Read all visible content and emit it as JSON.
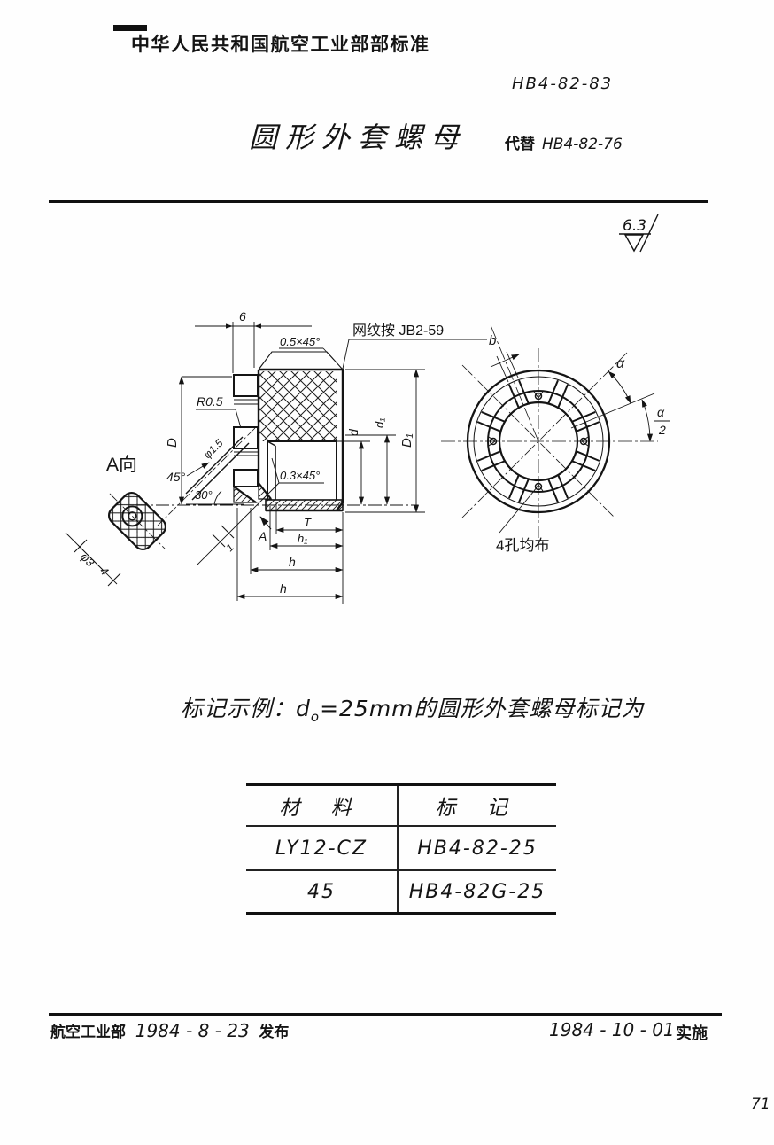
{
  "header": {
    "org_standard": "中华人民共和国航空工业部部标准",
    "standard_code": "HB4-82-83",
    "title": "圆形外套螺母",
    "supersedes_label": "代替",
    "supersedes_code": "HB4-82-76"
  },
  "surface_finish": {
    "value": "6.3"
  },
  "drawing": {
    "knurl_note": "网纹按 JB2-59",
    "dims": {
      "width6": "6",
      "chamfer_top": "0.5×45°",
      "chamfer_bore": "0.3×45°",
      "fillet": "R0.5",
      "hole_dia": "φ1.5",
      "angle45": "45°",
      "angle30": "30°",
      "big_d": "D",
      "small_d": "d",
      "small_d1": "d₁",
      "big_d1": "D₁",
      "t": "T",
      "h1": "h₁",
      "h": "h",
      "h_overall": "h",
      "one": "1",
      "view_label": "A向",
      "section_arrow": "A",
      "detail_dia": "φ3",
      "detail_width": "4",
      "slot_b": "b",
      "alpha": "α",
      "alpha_num": "α",
      "alpha_den": "2",
      "holes_note": "4孔均布"
    }
  },
  "example": {
    "prefix": "标记示例：d",
    "sub": "o",
    "suffix": "=25mm的圆形外套螺母标记为"
  },
  "table": {
    "col1_header": "材 料",
    "col2_header": "标 记",
    "rows": [
      {
        "material": "LY12-CZ",
        "marking": "HB4-82-25"
      },
      {
        "material": "45",
        "marking": "HB4-82G-25"
      }
    ]
  },
  "footer": {
    "issuer": "航空工业部",
    "issue_date": "1984 - 8 - 23",
    "issue_verb": "发布",
    "impl_date": "1984 - 10 - 01",
    "impl_verb": "实施"
  },
  "page_number": "71"
}
